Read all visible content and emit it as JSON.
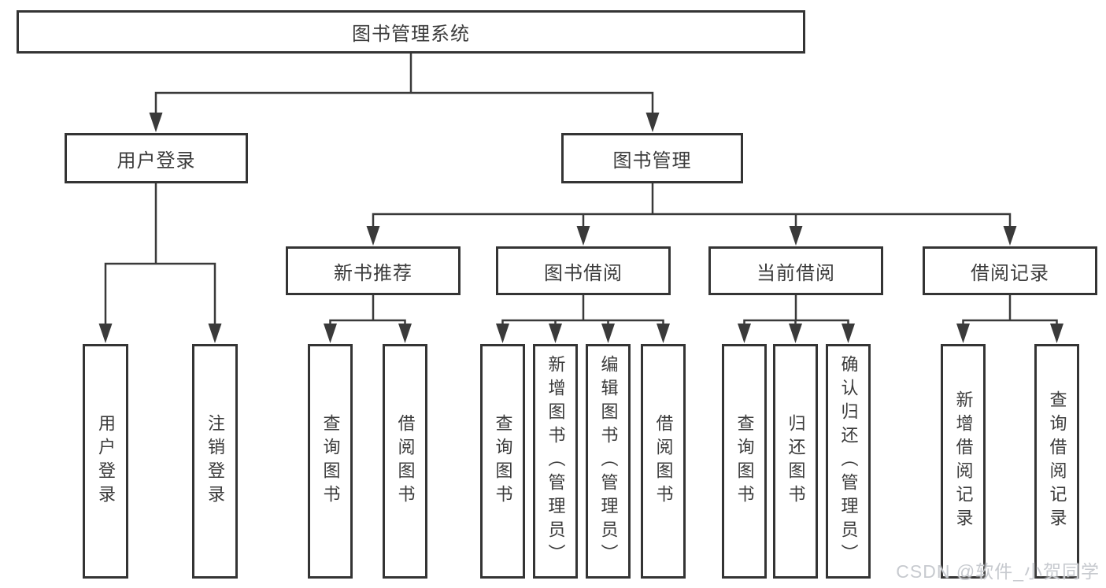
{
  "tree": {
    "label": "图书管理系统",
    "children": [
      {
        "label": "用户登录",
        "children": [
          {
            "label": "用户登录"
          },
          {
            "label": "注销登录"
          }
        ]
      },
      {
        "label": "图书管理",
        "children": [
          {
            "label": "新书推荐",
            "children": [
              {
                "label": "查询图书"
              },
              {
                "label": "借阅图书"
              }
            ]
          },
          {
            "label": "图书借阅",
            "children": [
              {
                "label": "查询图书"
              },
              {
                "label": "新增图书（管理员）"
              },
              {
                "label": "编辑图书（管理员）"
              },
              {
                "label": "借阅图书"
              }
            ]
          },
          {
            "label": "当前借阅",
            "children": [
              {
                "label": "查询图书"
              },
              {
                "label": "归还图书"
              },
              {
                "label": "确认归还（管理员）"
              }
            ]
          },
          {
            "label": "借阅记录",
            "children": [
              {
                "label": "新增借阅记录"
              },
              {
                "label": "查询借阅记录"
              }
            ]
          }
        ]
      }
    ]
  },
  "watermark": {
    "text": "CSDN @软件_小贺同学"
  },
  "colors": {
    "line": "#3a3a3a",
    "box_border": "#343434",
    "text": "#3b3b3b",
    "background": "#ffffff",
    "watermark": "#c7cacf"
  }
}
